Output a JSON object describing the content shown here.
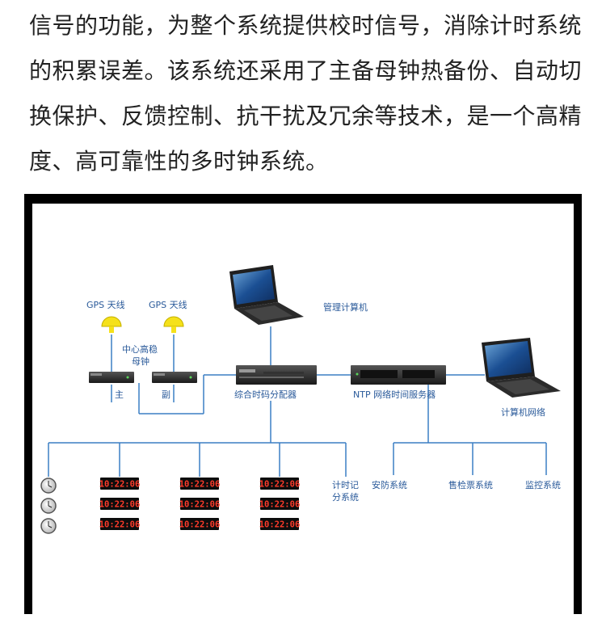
{
  "article": {
    "paragraph": "信号的功能，为整个系统提供校时信号，消除计时系统的积累误差。该系统还采用了主备母钟热备份、自动切换保护、反馈控制、抗干扰及冗余等技术，是一个高精度、高可靠性的多时钟系统。"
  },
  "diagram": {
    "gps_antenna_1": "GPS 天线",
    "gps_antenna_2": "GPS 天线",
    "master_clock_line1": "中心高稳",
    "master_clock_line2": "母钟",
    "primary": "主",
    "backup": "副",
    "management_computer": "管理计算机",
    "distributor": "综合时码分配器",
    "ntp_server": "NTP 网络时间服务器",
    "computer_network": "计算机网络",
    "timing_subsystem_line1": "计时记",
    "timing_subsystem_line2": "分系统",
    "security_system": "安防系统",
    "ticketing_system": "售检票系统",
    "monitoring_system": "监控系统",
    "clock_display": "10:22:06"
  },
  "colors": {
    "label": "#2a5a9a",
    "line": "#3b7fc4",
    "clock_digits": "#ff3b2b",
    "antenna": "#f5e11a"
  }
}
